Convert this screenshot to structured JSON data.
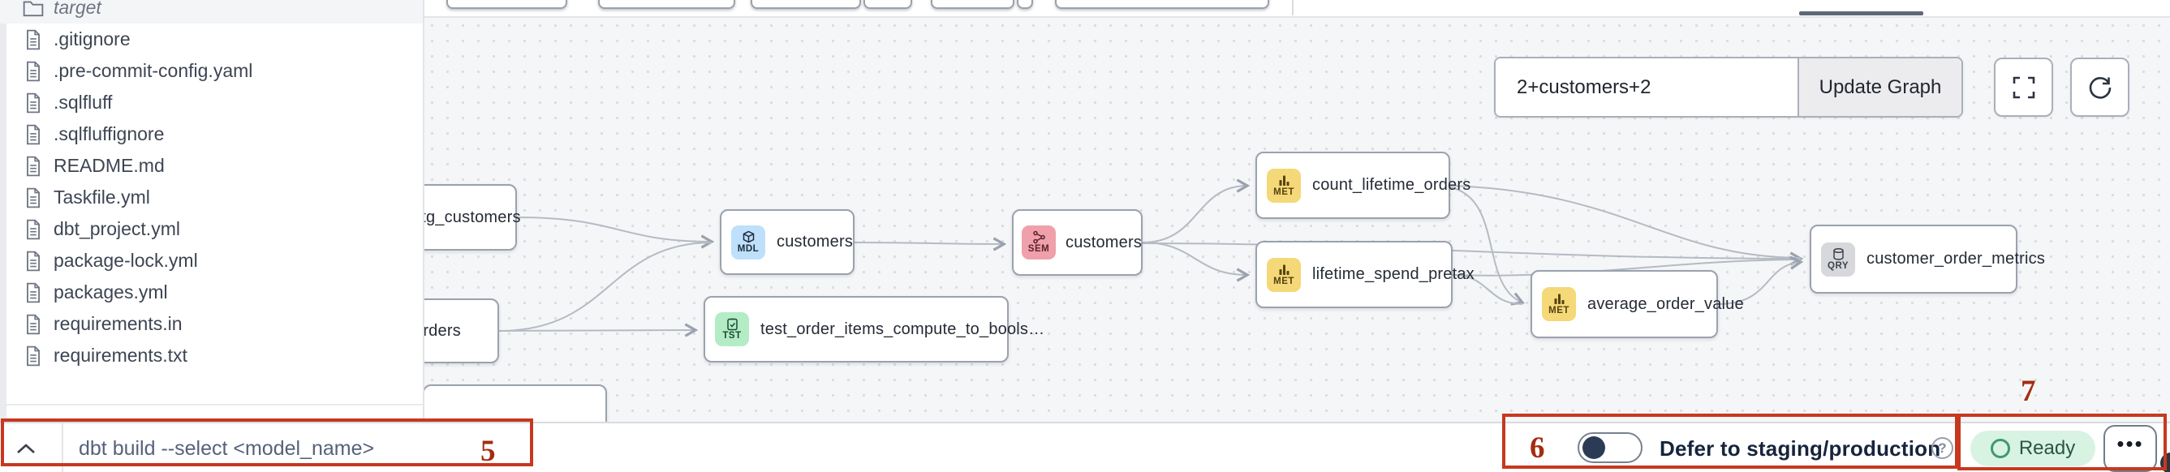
{
  "sidebar": {
    "items": [
      {
        "label": "target",
        "type": "folder"
      },
      {
        "label": ".gitignore",
        "type": "file"
      },
      {
        "label": ".pre-commit-config.yaml",
        "type": "file"
      },
      {
        "label": ".sqlfluff",
        "type": "file"
      },
      {
        "label": ".sqlfluffignore",
        "type": "file"
      },
      {
        "label": "README.md",
        "type": "file"
      },
      {
        "label": "Taskfile.yml",
        "type": "file"
      },
      {
        "label": "dbt_project.yml",
        "type": "file"
      },
      {
        "label": "package-lock.yml",
        "type": "file"
      },
      {
        "label": "packages.yml",
        "type": "file"
      },
      {
        "label": "requirements.in",
        "type": "file"
      },
      {
        "label": "requirements.txt",
        "type": "file"
      }
    ]
  },
  "graph": {
    "selector_value": "2+customers+2",
    "update_button": "Update Graph",
    "nodes": [
      {
        "label": "stg_customers",
        "type": "MDL"
      },
      {
        "label": "orders",
        "type": "MDL"
      },
      {
        "label": "customers",
        "type": "MDL"
      },
      {
        "label": "test_order_items_compute_to_bools…",
        "type": "TST"
      },
      {
        "label": "customers",
        "type": "SEM"
      },
      {
        "label": "count_lifetime_orders",
        "type": "MET"
      },
      {
        "label": "lifetime_spend_pretax",
        "type": "MET"
      },
      {
        "label": "average_order_value",
        "type": "MET"
      },
      {
        "label": "customer_order_metrics",
        "type": "QRY"
      }
    ]
  },
  "bottom_bar": {
    "command": "dbt build --select <model_name>",
    "defer_label": "Defer to staging/production",
    "status_label": "Ready",
    "more_label": "•••",
    "help_glyph": "?"
  },
  "annotations": {
    "n5": "5",
    "n6": "6",
    "n7": "7",
    "box_color": "#c6391f"
  },
  "colors": {
    "model_badge": "#bee0fa",
    "test_badge": "#b4ecc6",
    "semantic_badge": "#f0a0aa",
    "metric_badge": "#f5d878",
    "query_badge": "#d6d8dc",
    "ready_pill": "#d8f3e2",
    "annotation_red": "#c6391f"
  }
}
